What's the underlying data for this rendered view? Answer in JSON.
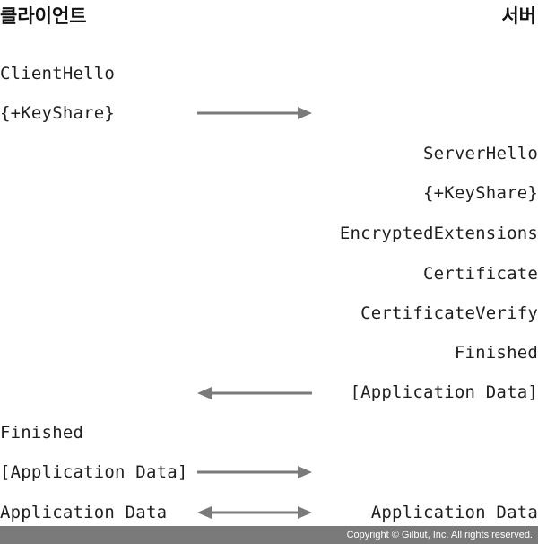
{
  "headers": {
    "client": "클라이언트",
    "server": "서버"
  },
  "client_messages": {
    "client_hello": "ClientHello",
    "key_share": "{+KeyShare}",
    "finished": "Finished",
    "application_data_bracket": "[Application Data]",
    "application_data": "Application Data"
  },
  "server_messages": {
    "server_hello": "ServerHello",
    "key_share": "{+KeyShare}",
    "encrypted_extensions": "EncryptedExtensions",
    "certificate": "Certificate",
    "certificate_verify": "CertificateVerify",
    "finished": "Finished",
    "application_data_bracket": "[Application Data]",
    "application_data": "Application Data"
  },
  "arrows": [
    {
      "id": "client-to-server-1",
      "direction": "right"
    },
    {
      "id": "server-to-client",
      "direction": "left"
    },
    {
      "id": "client-to-server-2",
      "direction": "right"
    },
    {
      "id": "bidirectional",
      "direction": "both"
    }
  ],
  "colors": {
    "arrow": "#7a7a7a",
    "footer_bg": "#7a7a7a",
    "text": "#1f1f1f"
  },
  "footer": {
    "copyright": "Copyright © Gilbut, Inc. All rights reserved."
  }
}
